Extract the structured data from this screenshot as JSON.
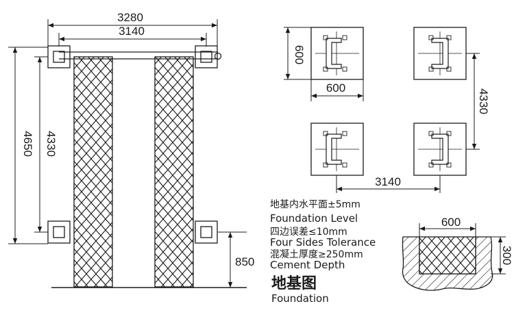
{
  "layout_plan": {
    "width_outer": "3280",
    "width_inner": "3140",
    "length_outer": "4650",
    "length_inner": "4330",
    "base_depth": "850"
  },
  "post_plan": {
    "pad_size": "600",
    "pad_side": "600",
    "span_length": "4330",
    "span_width": "3140"
  },
  "notes": {
    "level_cn": "地基内水平面±5mm",
    "level_en": "Foundation Level",
    "tolerance_cn": "四边误差≤10mm",
    "tolerance_en": "Four Sides Tolerance",
    "depth_cn": "混凝土厚度≥250mm",
    "depth_en": "Cement Depth",
    "title_cn": "地基图",
    "title_en": "Foundation"
  },
  "section": {
    "width": "600",
    "depth": "300"
  }
}
